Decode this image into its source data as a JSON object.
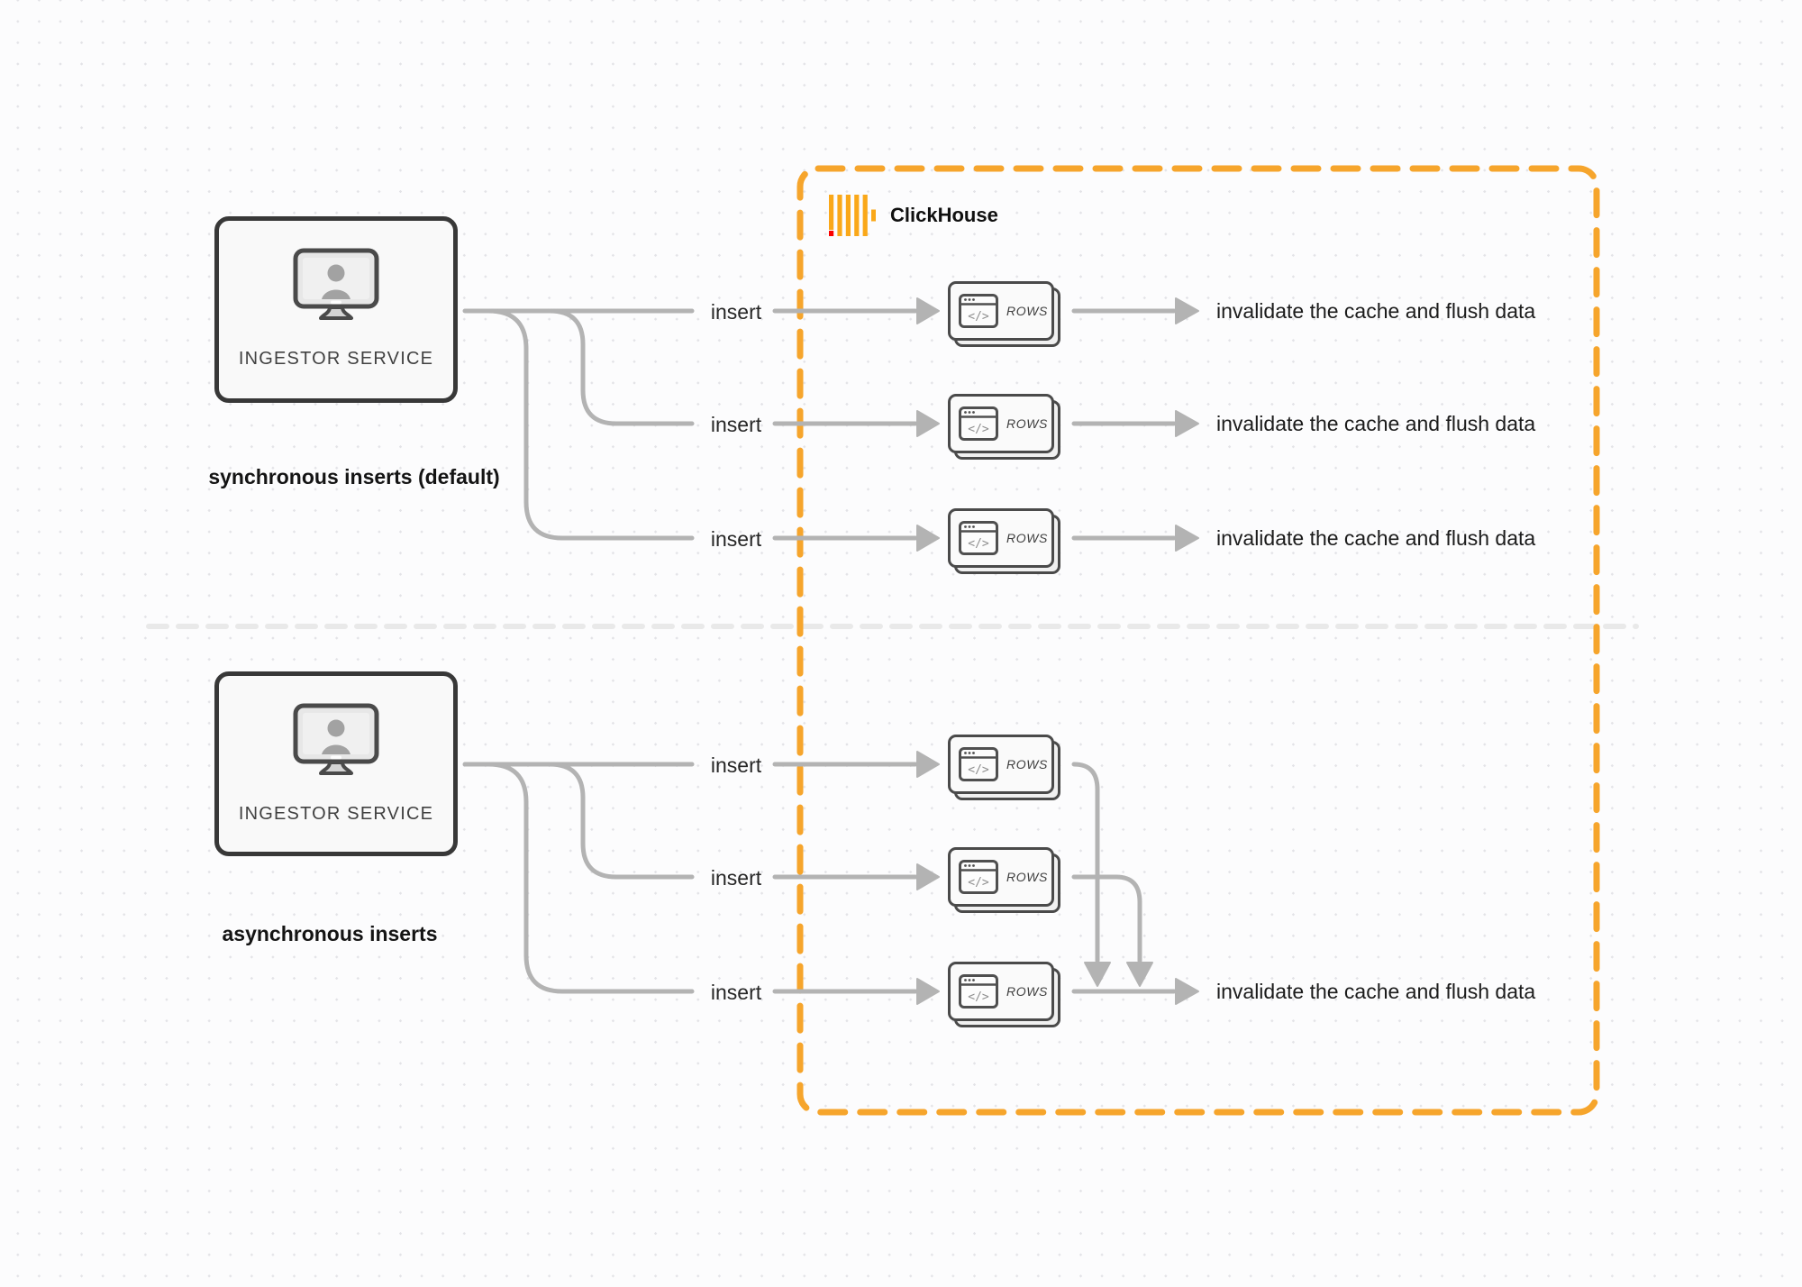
{
  "colors": {
    "accent_orange": "#F6A52C",
    "logo_yellow": "#FAA819",
    "logo_red": "#FB0100",
    "connector_gray": "#B3B3B3",
    "node_border": "#383838",
    "divider_gray": "#E9E9E9"
  },
  "clickhouse": {
    "title": "ClickHouse",
    "logo": "clickhouse-bars-icon"
  },
  "sync": {
    "caption": "synchronous inserts (default)",
    "box_label": "INGESTOR SERVICE",
    "box_icon": "user-monitor-icon",
    "rows": [
      {
        "insert_label": "insert",
        "card_label": "ROWS",
        "result_label": "invalidate the cache and flush data"
      },
      {
        "insert_label": "insert",
        "card_label": "ROWS",
        "result_label": "invalidate the cache and flush data"
      },
      {
        "insert_label": "insert",
        "card_label": "ROWS",
        "result_label": "invalidate the cache and flush data"
      }
    ]
  },
  "async": {
    "caption": "asynchronous inserts",
    "box_label": "INGESTOR SERVICE",
    "box_icon": "user-monitor-icon",
    "rows": [
      {
        "insert_label": "insert",
        "card_label": "ROWS"
      },
      {
        "insert_label": "insert",
        "card_label": "ROWS"
      },
      {
        "insert_label": "insert",
        "card_label": "ROWS"
      }
    ],
    "result_label": "invalidate the cache and flush data"
  }
}
